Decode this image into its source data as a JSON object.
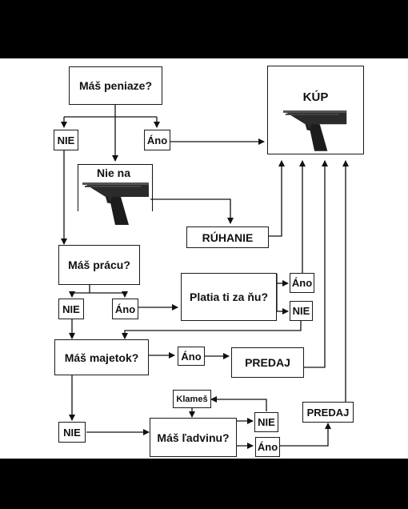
{
  "diagram": {
    "nodes": {
      "mas_peniaze": "Máš peniaze?",
      "nie_1": "NIE",
      "ano_1": "Áno",
      "kup": "KÚP",
      "nie_na": "Nie na",
      "ruhanie": "RÚHANIE",
      "mas_pracu": "Máš prácu?",
      "nie_2": "NIE",
      "ano_2": "Áno",
      "platia": "Platia ti za ňu?",
      "ano_3": "Áno",
      "nie_3": "NIE",
      "mas_majetok": "Máš majetok?",
      "ano_4": "Áno",
      "predaj_1": "PREDAJ",
      "klames": "Klameš",
      "nie_4": "NIE",
      "mas_ladvinu": "Máš ľadvinu?",
      "nie_5": "NIE",
      "ano_5": "Áno",
      "predaj_2": "PREDAJ"
    },
    "icons": [
      "pistol-icon",
      "pistol-icon"
    ]
  }
}
